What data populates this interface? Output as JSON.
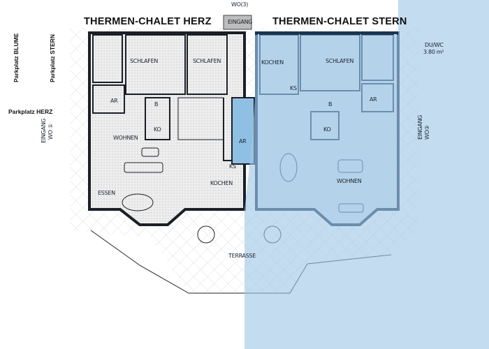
{
  "titles": {
    "left": "THERMEN-CHALET  HERZ",
    "right": "THERMEN-CHALET STERN"
  },
  "parking": {
    "blume": "Parkplatz BLUME",
    "stern": "Parkplatz STERN",
    "herz": "Parkplatz  HERZ"
  },
  "entrances": {
    "top_marker": "WO(3)",
    "top_label": "EINGANG",
    "left_label": "EINGANG",
    "left_marker": "WO ①",
    "right_label": "EINGANG",
    "right_marker": "WO②"
  },
  "left_chalet": {
    "rooms": [
      "SCHLAFEN",
      "SCHLAFEN",
      "AR",
      "WOHNEN",
      "ESSEN",
      "KOCHEN",
      "AR",
      "KS",
      "KO",
      "B"
    ]
  },
  "right_chalet": {
    "rooms": [
      "KOCHEN",
      "SCHLAFEN",
      "AR",
      "WOHNEN",
      "KS",
      "KO",
      "B"
    ],
    "bath_label": "DU/WC",
    "bath_area": "3.80 m²"
  },
  "terrace": "TERRASSE",
  "colors": {
    "overlay": "#9ec7e6",
    "lines": "#1b1f26",
    "floor": "#ececec"
  }
}
